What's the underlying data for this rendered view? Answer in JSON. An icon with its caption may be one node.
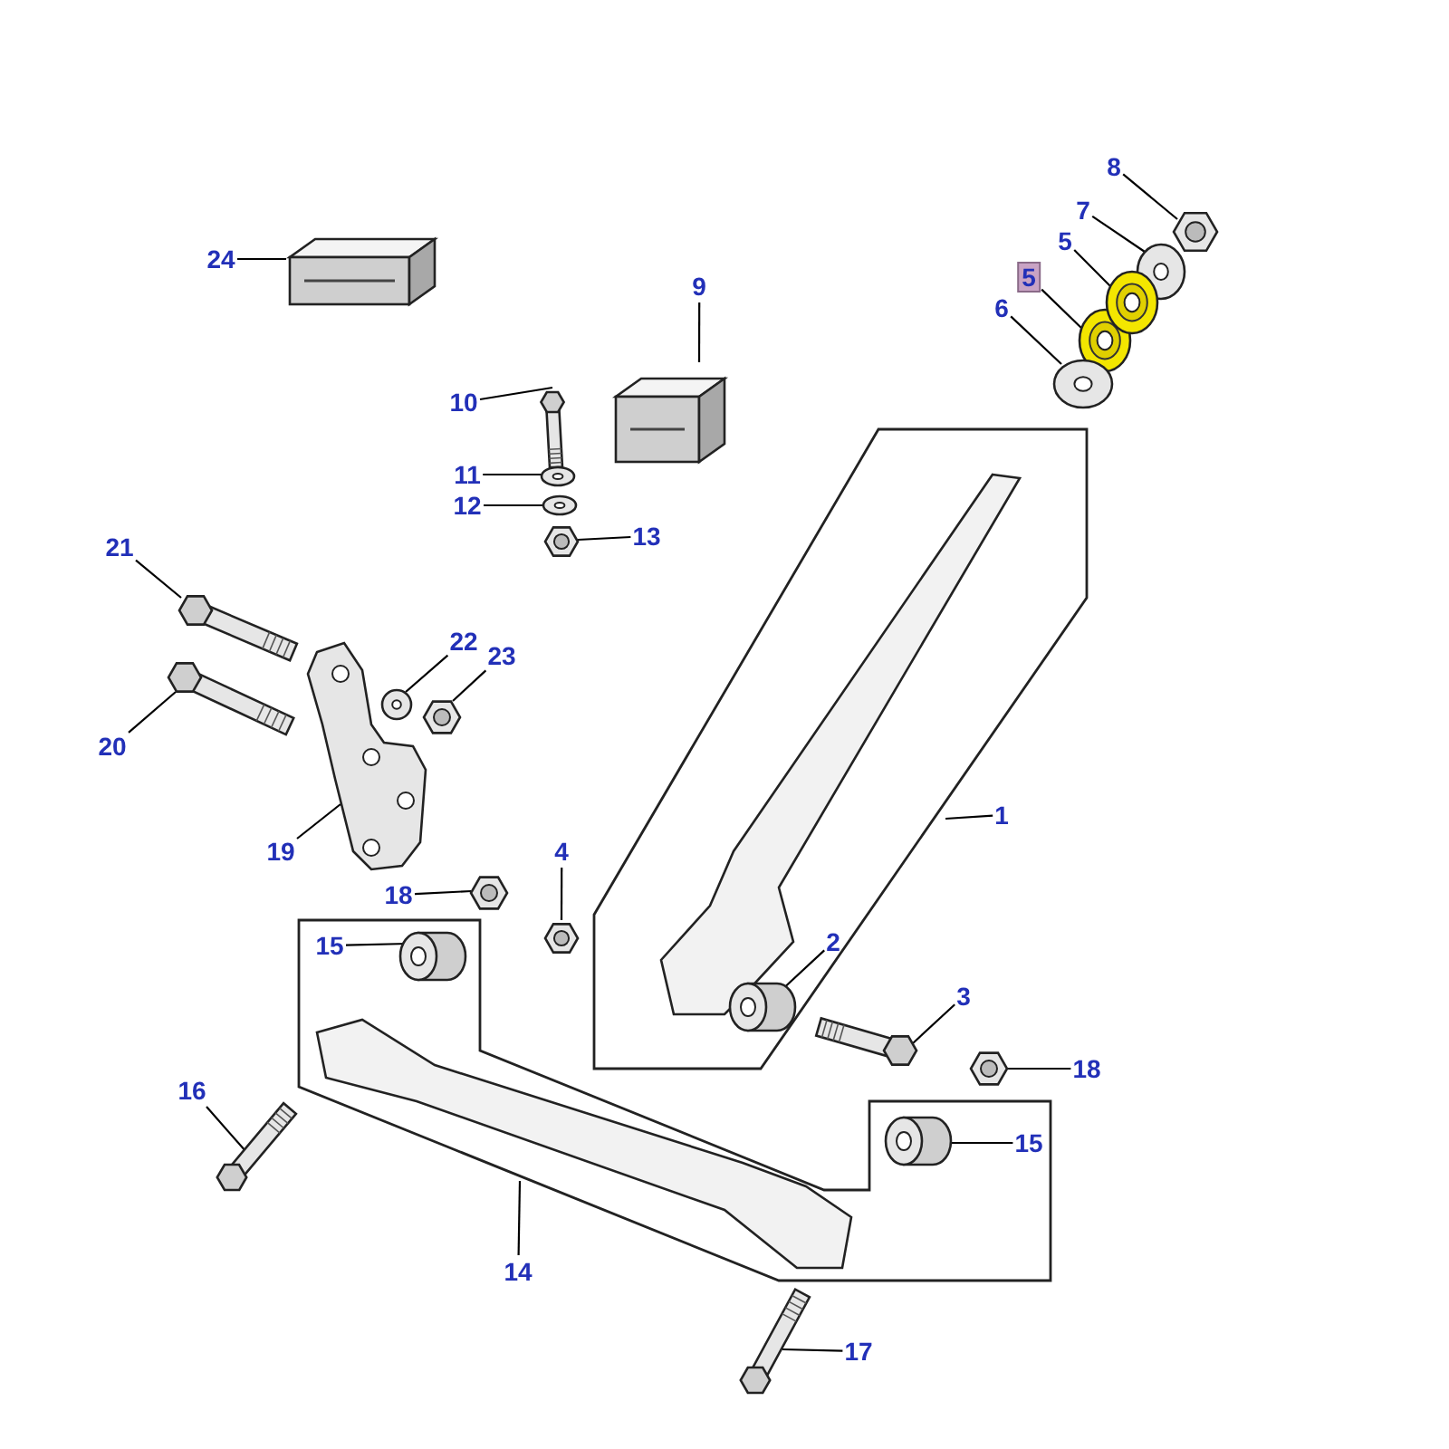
{
  "diagram": {
    "nodes": [
      {
        "text": [
          "8"
        ]
      },
      {
        "text": [
          "7"
        ]
      },
      {
        "text": [
          "5"
        ]
      },
      {
        "text": [
          "5"
        ]
      },
      {
        "text": [
          "6"
        ]
      },
      {
        "text": [
          "24"
        ]
      },
      {
        "text": [
          "9"
        ]
      },
      {
        "text": [
          "10"
        ]
      },
      {
        "text": [
          "11"
        ]
      },
      {
        "text": [
          "12"
        ]
      },
      {
        "text": [
          "13"
        ]
      },
      {
        "text": [
          "21"
        ]
      },
      {
        "text": [
          "20"
        ]
      },
      {
        "text": [
          "22"
        ]
      },
      {
        "text": [
          "23"
        ]
      },
      {
        "text": [
          "19"
        ]
      },
      {
        "text": [
          "1"
        ]
      },
      {
        "text": [
          "4"
        ]
      },
      {
        "text": [
          "18"
        ]
      },
      {
        "text": [
          "2"
        ],
        "in": 43
      },
      {
        "text": [
          "15"
        ],
        "in": 47
      },
      {
        "text": [
          "3"
        ]
      },
      {
        "text": [
          "18"
        ]
      },
      {
        "text": [
          "16"
        ]
      },
      {
        "text": [
          "15"
        ],
        "in": 47
      },
      {
        "text": [
          "14"
        ]
      },
      {
        "text": [
          "17"
        ]
      },
      {
        "text": [],
        "shape": "hexagon"
      },
      {
        "text": [],
        "shape": "ring"
      },
      {
        "text": [],
        "shape": "ring"
      },
      {
        "text": [],
        "shape": "ring"
      },
      {
        "text": [],
        "shape": "ring"
      },
      {
        "text": [],
        "shape": "box"
      },
      {
        "text": [],
        "shape": "box"
      },
      {
        "text": [],
        "shape": "bolt"
      },
      {
        "text": [],
        "shape": "ring"
      },
      {
        "text": [],
        "shape": "ring"
      },
      {
        "text": [],
        "shape": "hexagon"
      },
      {
        "text": [],
        "shape": "bolt"
      },
      {
        "text": [],
        "shape": "bolt"
      },
      {
        "text": [],
        "shape": "ring"
      },
      {
        "text": [],
        "shape": "hexagon"
      },
      {
        "text": [],
        "shape": "picture"
      },
      {
        "text": [],
        "shape": "polygon"
      },
      {
        "text": [],
        "shape": "hexagon"
      },
      {
        "text": [],
        "shape": "hexagon"
      },
      {
        "text": [],
        "shape": "cylinder",
        "in": 43
      },
      {
        "text": [],
        "shape": "polygon"
      },
      {
        "text": [],
        "shape": "cylinder",
        "in": 47
      },
      {
        "text": [],
        "shape": "bolt"
      },
      {
        "text": [],
        "shape": "hexagon"
      },
      {
        "text": [],
        "shape": "bolt"
      },
      {
        "text": [],
        "shape": "cylinder",
        "in": 47
      },
      {
        "text": [],
        "shape": "bolt"
      }
    ],
    "edges": [
      {
        "from": 0,
        "to": 27,
        "arrow": "none"
      },
      {
        "from": 1,
        "to": 28,
        "arrow": "none"
      },
      {
        "from": 2,
        "to": 29,
        "arrow": "none"
      },
      {
        "from": 3,
        "to": 30,
        "arrow": "none"
      },
      {
        "from": 4,
        "to": 31,
        "arrow": "none"
      },
      {
        "from": 5,
        "to": 32,
        "arrow": "none"
      },
      {
        "from": 6,
        "to": 33,
        "arrow": "none"
      },
      {
        "from": 7,
        "to": 34,
        "arrow": "none"
      },
      {
        "from": 8,
        "to": 35,
        "arrow": "none"
      },
      {
        "from": 9,
        "to": 36,
        "arrow": "none"
      },
      {
        "from": 10,
        "to": 37,
        "arrow": "none"
      },
      {
        "from": 11,
        "to": 38,
        "arrow": "none"
      },
      {
        "from": 12,
        "to": 39,
        "arrow": "none"
      },
      {
        "from": 13,
        "to": 40,
        "arrow": "none"
      },
      {
        "from": 14,
        "to": 41,
        "arrow": "none"
      },
      {
        "from": 15,
        "to": 42,
        "arrow": "none"
      },
      {
        "from": 16,
        "to": 43,
        "arrow": "none"
      },
      {
        "from": 17,
        "to": 44,
        "arrow": "none"
      },
      {
        "from": 18,
        "to": 45,
        "arrow": "none"
      },
      {
        "from": 19,
        "to": 46,
        "arrow": "none"
      },
      {
        "from": 20,
        "to": 48,
        "arrow": "none"
      },
      {
        "from": 21,
        "to": 49,
        "arrow": "none"
      },
      {
        "from": 22,
        "to": 50,
        "arrow": "none"
      },
      {
        "from": 23,
        "to": 51,
        "arrow": "none"
      },
      {
        "from": 24,
        "to": 52,
        "arrow": "none"
      },
      {
        "from": 25,
        "to": 47,
        "arrow": "none"
      },
      {
        "from": 26,
        "to": 53,
        "arrow": "none"
      }
    ]
  }
}
